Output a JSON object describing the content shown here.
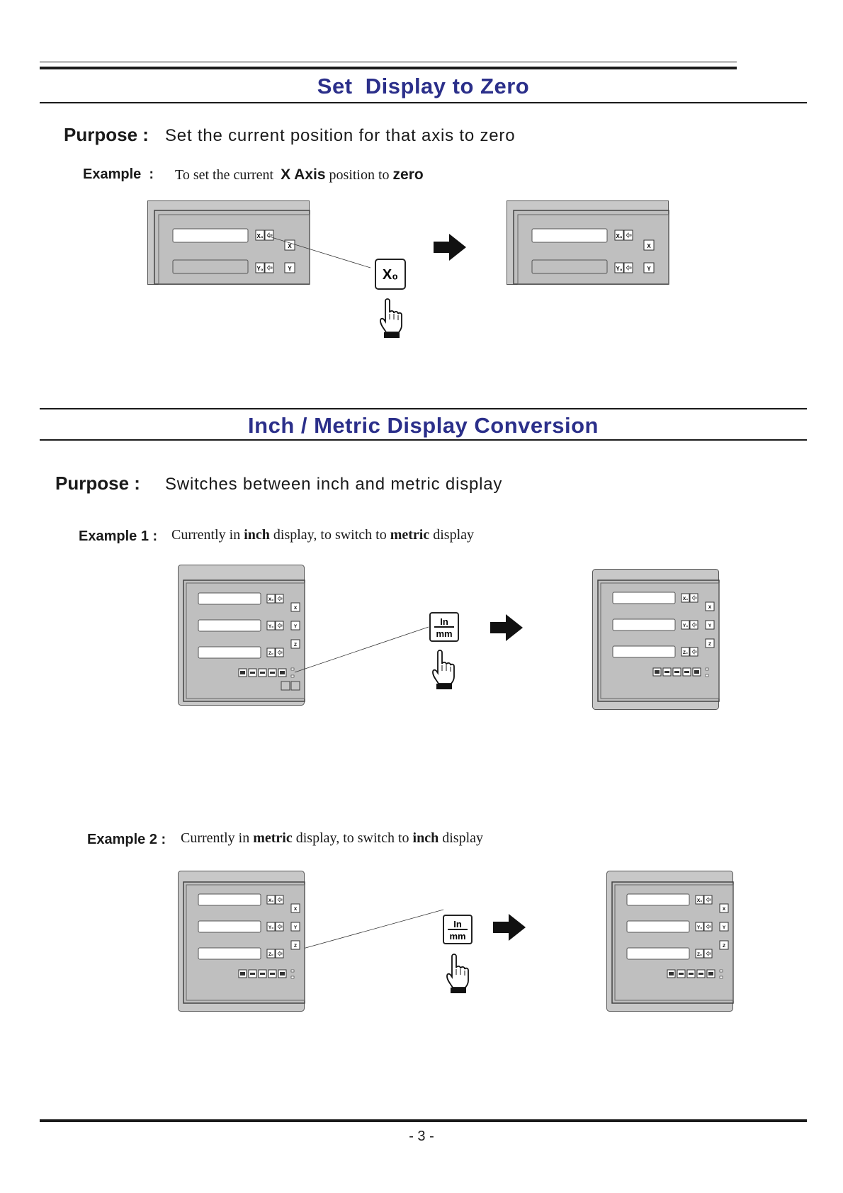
{
  "section1": {
    "title": "Set  Display to Zero",
    "purpose_label": "Purpose :",
    "purpose_text": "Set the current position for that axis to zero",
    "example_label": "Example  :",
    "example_text": {
      "pre": "To set the current  ",
      "b1": "X Axis",
      "mid": " position to ",
      "b2": "zero"
    },
    "key_glyph": "X₀"
  },
  "section2": {
    "title": "Inch / Metric Display Conversion",
    "purpose_label": "Purpose :",
    "purpose_text": "Switches between inch and metric display",
    "example1": {
      "label": "Example 1 :",
      "pre": "Currently in ",
      "b1": "inch",
      "mid": " display, to switch to ",
      "b2": "metric",
      "post": " display"
    },
    "example2": {
      "label": "Example 2 :",
      "pre": "Currently in ",
      "b1": "metric",
      "mid": " display, to switch to ",
      "b2": "inch",
      "post": " display"
    },
    "key_top": "In",
    "key_bottom": "mm"
  },
  "dro_keys": {
    "x_zero": "X₀",
    "y_zero": "Y₀",
    "z_zero": "Z₀",
    "x": "X",
    "y": "Y",
    "z": "Z"
  },
  "icons": [
    "arrow-right-icon",
    "pointing-hand-icon",
    "reset-arrow-icon"
  ],
  "colors": {
    "title": "#2b2f8a",
    "panel": "#c6c6c6",
    "text": "#1a1a1a"
  },
  "page_number": "- 3 -"
}
